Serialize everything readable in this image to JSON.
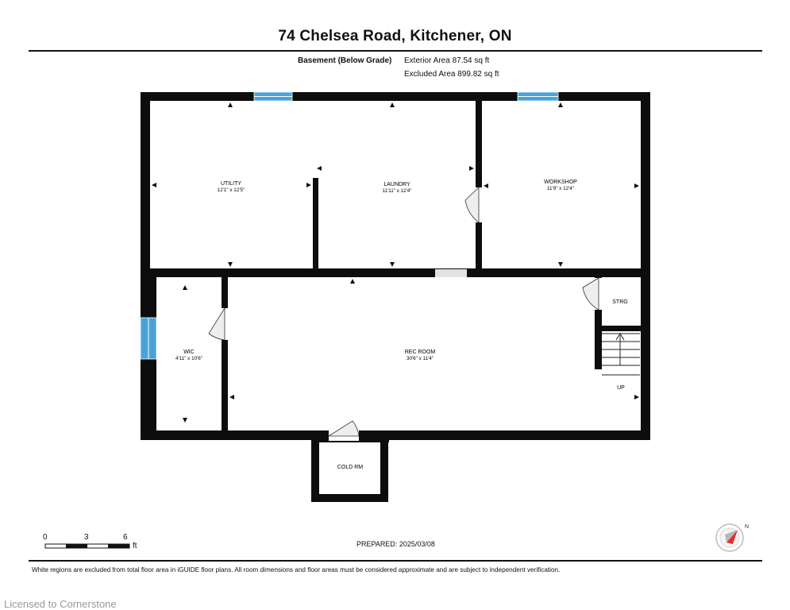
{
  "header": {
    "title": "74 Chelsea Road, Kitchener, ON",
    "level_label": "Basement (Below Grade)",
    "exterior_area": "Exterior Area 87.54 sq ft",
    "excluded_area": "Excluded Area 899.82 sq ft"
  },
  "rooms": {
    "utility": {
      "name": "UTILITY",
      "dims": "12'1\" x 12'5\""
    },
    "laundry": {
      "name": "LAUNDRY",
      "dims": "11'11\" x 12'4\""
    },
    "workshop": {
      "name": "WORKSHOP",
      "dims": "11'9\" x 12'4\""
    },
    "wic": {
      "name": "WIC",
      "dims": "4'11\" x 10'6\""
    },
    "rec_room": {
      "name": "REC ROOM",
      "dims": "30'6\" x 11'4\""
    },
    "strg": {
      "name": "STRG"
    },
    "cold_rm": {
      "name": "COLD RM"
    },
    "stairs": {
      "name": "UP"
    }
  },
  "scale_bar": {
    "labels": [
      "0",
      "3",
      "6"
    ],
    "unit": "ft"
  },
  "prepared": "PREPARED: 2025/03/08",
  "footer_note": "White regions are excluded from total floor area in iGUIDE floor plans. All room dimensions and floor areas must be considered approximate and are subject to independent verification.",
  "watermark": "Licensed to Cornerstone",
  "compass": {
    "north_label": "N"
  },
  "colors": {
    "wall": "#0d0d0d",
    "window": "#4aa3d8",
    "compass_red": "#e03030"
  }
}
